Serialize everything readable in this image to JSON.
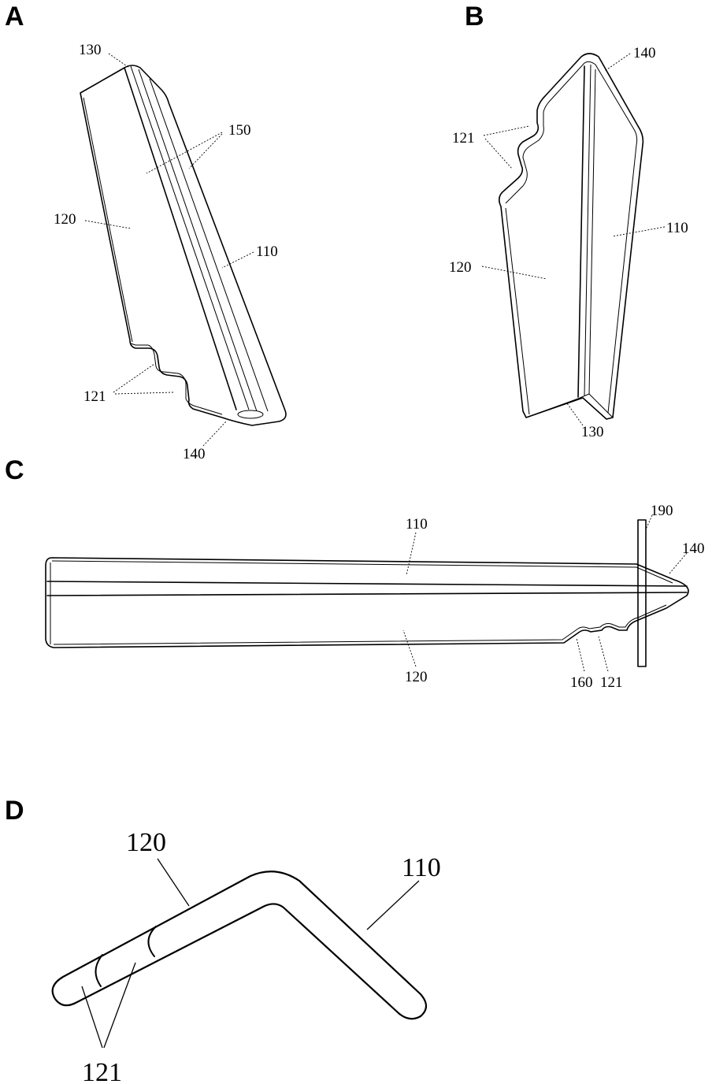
{
  "panels": {
    "A": {
      "letter": "A",
      "labels": {
        "l130": "130",
        "l150": "150",
        "l120": "120",
        "l110": "110",
        "l121": "121",
        "l140": "140"
      }
    },
    "B": {
      "letter": "B",
      "labels": {
        "l140": "140",
        "l121": "121",
        "l110": "110",
        "l120": "120",
        "l130": "130"
      }
    },
    "C": {
      "letter": "C",
      "labels": {
        "l110": "110",
        "l190": "190",
        "l140": "140",
        "l120": "120",
        "l160": "160",
        "l121": "121"
      }
    },
    "D": {
      "letter": "D",
      "labels": {
        "l120": "120",
        "l110": "110",
        "l121": "121"
      }
    }
  }
}
